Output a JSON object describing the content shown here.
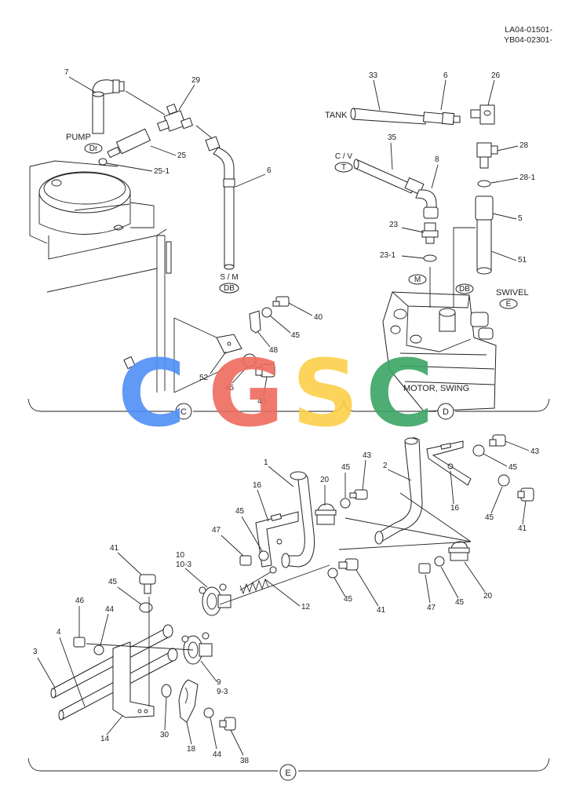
{
  "header": {
    "code_line1": "LA04-01501-",
    "code_line2": "YB04-02301-"
  },
  "watermark": {
    "letters": [
      "C",
      "G",
      "S",
      "C"
    ],
    "colors": [
      "#4f8ff6",
      "#ef6b5e",
      "#fcd04a",
      "#3aa563"
    ]
  },
  "sections": {
    "c": "C",
    "d": "D",
    "e": "E"
  },
  "labels_c": {
    "pump": "PUMP",
    "dr": "Dr",
    "sm": "S / M",
    "db": "DB",
    "p7": "7",
    "p29": "29",
    "p25": "25",
    "p25_1": "25-1",
    "p6": "6",
    "p40a": "40",
    "p45a": "45",
    "p48": "48",
    "p52": "52",
    "p45b": "45",
    "p40b": "40"
  },
  "labels_d": {
    "tank": "TANK",
    "cv": "C / V",
    "t": "T",
    "m": "M",
    "db": "DB",
    "swivel": "SWIVEL",
    "e": "E",
    "motor": "MOTOR, SWING",
    "p33": "33",
    "p6": "6",
    "p26": "26",
    "p35": "35",
    "p8": "8",
    "p28": "28",
    "p28_1": "28-1",
    "p5": "5",
    "p23": "23",
    "p23_1": "23-1",
    "p51": "51"
  },
  "labels_e": {
    "p43a": "43",
    "p45a": "45",
    "p20a": "20",
    "p1": "1",
    "p16a": "16",
    "p45b": "45",
    "p47a": "47",
    "p10": "10",
    "p10_3": "10-3",
    "p41a": "41",
    "p45c": "45",
    "p46": "46",
    "p44a": "44",
    "p4": "4",
    "p3": "3",
    "p12": "12",
    "p45d": "45",
    "p41b": "41",
    "p9": "9",
    "p9_3": "9-3",
    "p14": "14",
    "p30": "30",
    "p18": "18",
    "p44b": "44",
    "p38": "38",
    "p2": "2",
    "p43b": "43",
    "p45e": "45",
    "p16b": "16",
    "p45f": "45",
    "p41c": "41",
    "p20b": "20",
    "p47b": "47",
    "p45g": "45"
  }
}
